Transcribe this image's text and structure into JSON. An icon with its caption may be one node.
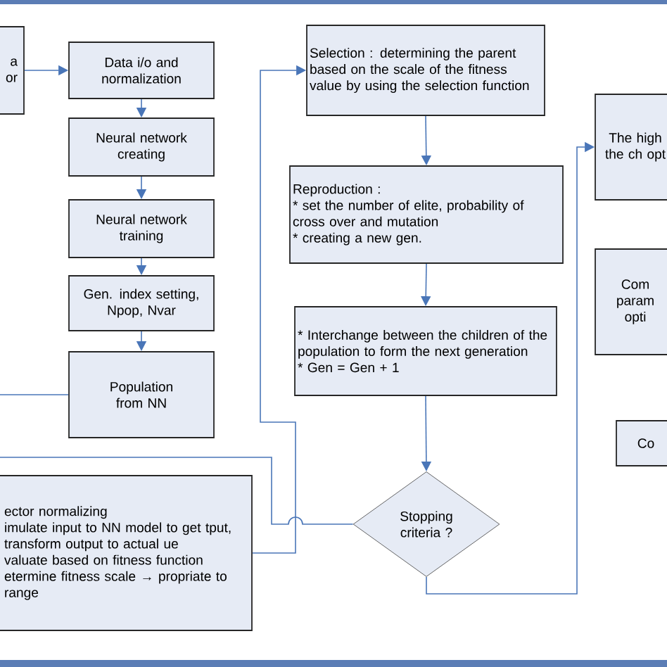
{
  "diagram": {
    "nodes": [
      {
        "text": [
          "a or"
        ]
      },
      {
        "text": [
          "Data i/o and normalization"
        ]
      },
      {
        "text": [
          "Neural network creating"
        ]
      },
      {
        "text": [
          "Neural network training"
        ]
      },
      {
        "text": [
          "Gen. index setting, Npop, Nvar"
        ]
      },
      {
        "text": [
          "Population from NN"
        ]
      },
      {
        "text": [
          "ector normalizing",
          "imulate input to NN model to get tput, transform output to actual ue",
          "valuate based on fitness function",
          "etermine fitness scale → propriate to range"
        ]
      },
      {
        "text": [
          "Selection : determining the parent based on the scale of the fitness value by using the selection function"
        ]
      },
      {
        "text": [
          "Reproduction :",
          "* set the number of elite, probability of cross over and mutation",
          "* creating a new gen."
        ]
      },
      {
        "text": [
          "* Interchange between the children of the population to form the next generation",
          "* Gen = Gen + 1"
        ]
      },
      {
        "text": [
          "Stopping criteria ?"
        ]
      },
      {
        "text": [
          "The high the ch opt"
        ]
      },
      {
        "text": [
          "Com param opti"
        ]
      },
      {
        "text": [
          "Co"
        ]
      }
    ],
    "edges": [
      {
        "from": 0,
        "to": 1,
        "arrow": "to"
      },
      {
        "from": 1,
        "to": 2,
        "arrow": "to"
      },
      {
        "from": 2,
        "to": 3,
        "arrow": "to"
      },
      {
        "from": 3,
        "to": 4,
        "arrow": "to"
      },
      {
        "from": 4,
        "to": 5,
        "arrow": "to"
      },
      {
        "from": 5,
        "to": null,
        "arrow": "none"
      },
      {
        "from": null,
        "to": 10,
        "arrow": "none"
      },
      {
        "from": 6,
        "to": 7,
        "arrow": "to"
      },
      {
        "from": 7,
        "to": 8,
        "arrow": "to"
      },
      {
        "from": 8,
        "to": 9,
        "arrow": "to"
      },
      {
        "from": 9,
        "to": 10,
        "arrow": "to"
      },
      {
        "from": 10,
        "to": 11,
        "arrow": "to"
      }
    ]
  }
}
